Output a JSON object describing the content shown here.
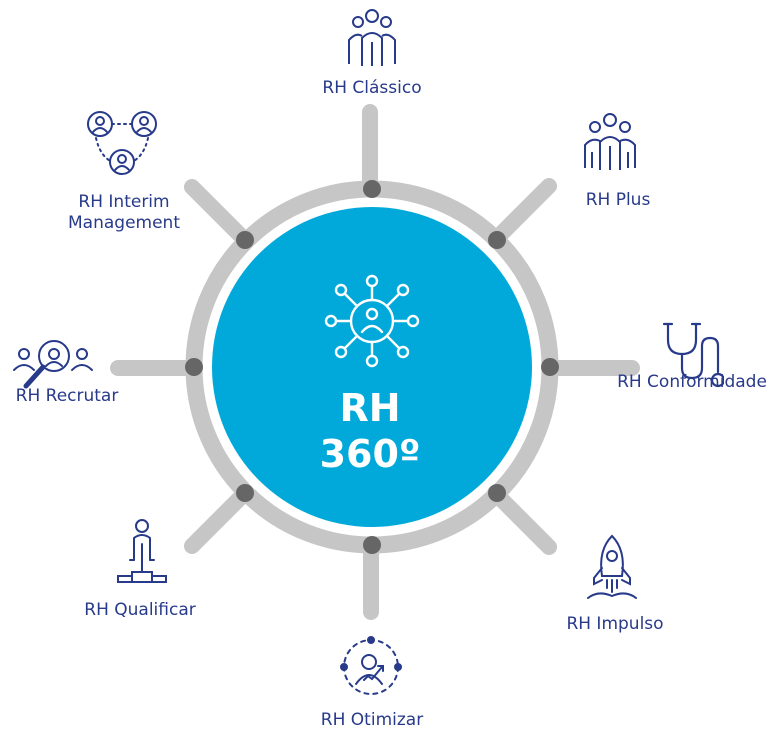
{
  "center": {
    "title_line1": "RH",
    "title_line2": "360º",
    "icon": "network-person-icon"
  },
  "nodes": [
    {
      "id": "classico",
      "label": "RH Clássico",
      "icon": "group-people-icon"
    },
    {
      "id": "plus",
      "label": "RH Plus",
      "icon": "group-people-icon"
    },
    {
      "id": "conformidade",
      "label": "RH Conformidade",
      "icon": "stethoscope-icon"
    },
    {
      "id": "impulso",
      "label": "RH Impulso",
      "icon": "rocket-icon"
    },
    {
      "id": "otimizar",
      "label": "RH Otimizar",
      "icon": "growth-person-icon"
    },
    {
      "id": "qualificar",
      "label": "RH Qualificar",
      "icon": "podium-person-icon"
    },
    {
      "id": "recrutar",
      "label": "RH Recrutar",
      "icon": "magnifier-person-icon"
    },
    {
      "id": "interim",
      "label_line1": "RH Interim",
      "label_line2": "Management",
      "icon": "connected-people-icon"
    }
  ],
  "colors": {
    "center_fill": "#00a9d9",
    "ring": "#c6c6c6",
    "spoke": "#c6c6c6",
    "joint": "#666666",
    "text": "#283a8a",
    "icon": "#283a8a"
  }
}
